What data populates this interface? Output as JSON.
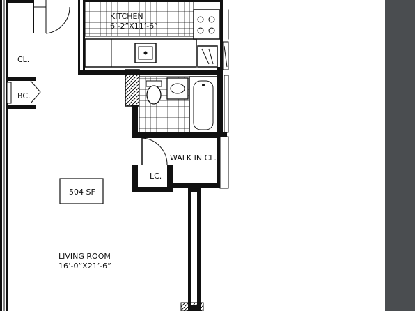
{
  "plan": {
    "kitchen": {
      "name": "KITCHEN",
      "dims": "6’-2”X11’-6”"
    },
    "living_room": {
      "name": "LIVING ROOM",
      "dims": "16’-0”X21’-6”"
    },
    "closet": "CL.",
    "broom_closet": "BC.",
    "linen_closet": "LC.",
    "walk_in_closet": "WALK IN CL.",
    "area": "504 SF"
  },
  "colors": {
    "wall": "#111111",
    "sidebar": "#4a4d50",
    "background": "#ffffff"
  }
}
